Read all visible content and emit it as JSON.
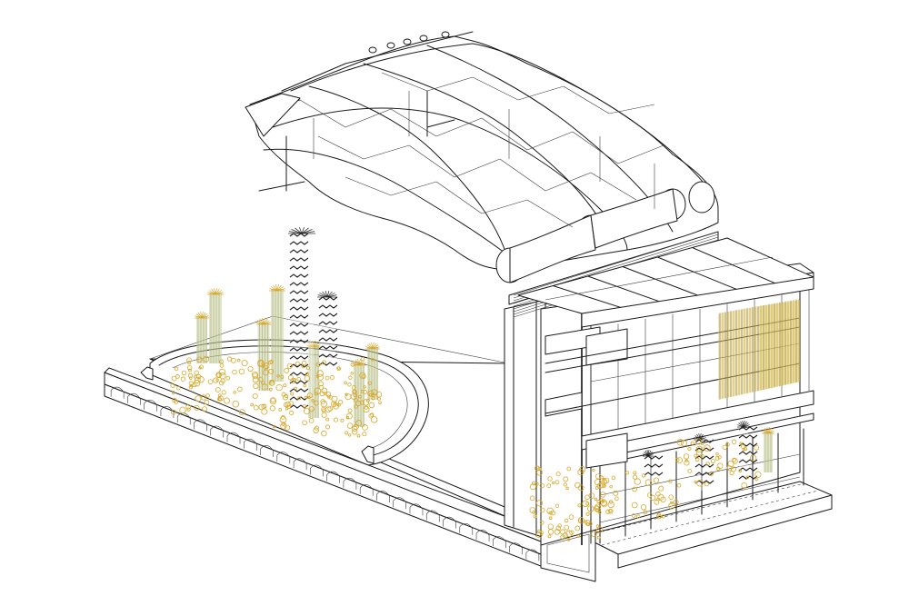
{
  "drawing": {
    "kind": "axonometric architectural section drawing",
    "labels": []
  },
  "colors": {
    "linework": "#1a1a1a",
    "background": "#ffffff",
    "planting_ochre": "#d9a72a",
    "planting_sage": "#c8d09a",
    "louvre_yellow": "#e6cf6a",
    "ceramic_grey": "#8a8a8a"
  },
  "elements": {
    "roof": "vaulted-lattice-roof",
    "facade": "glazed-facade",
    "louvres": "vertical-louvre-screens",
    "planter": "semicircular-planter",
    "parapet": "arcaded-parapet-wall",
    "plants": "columnar-cactus-planting",
    "ground": "ground-plinth"
  }
}
